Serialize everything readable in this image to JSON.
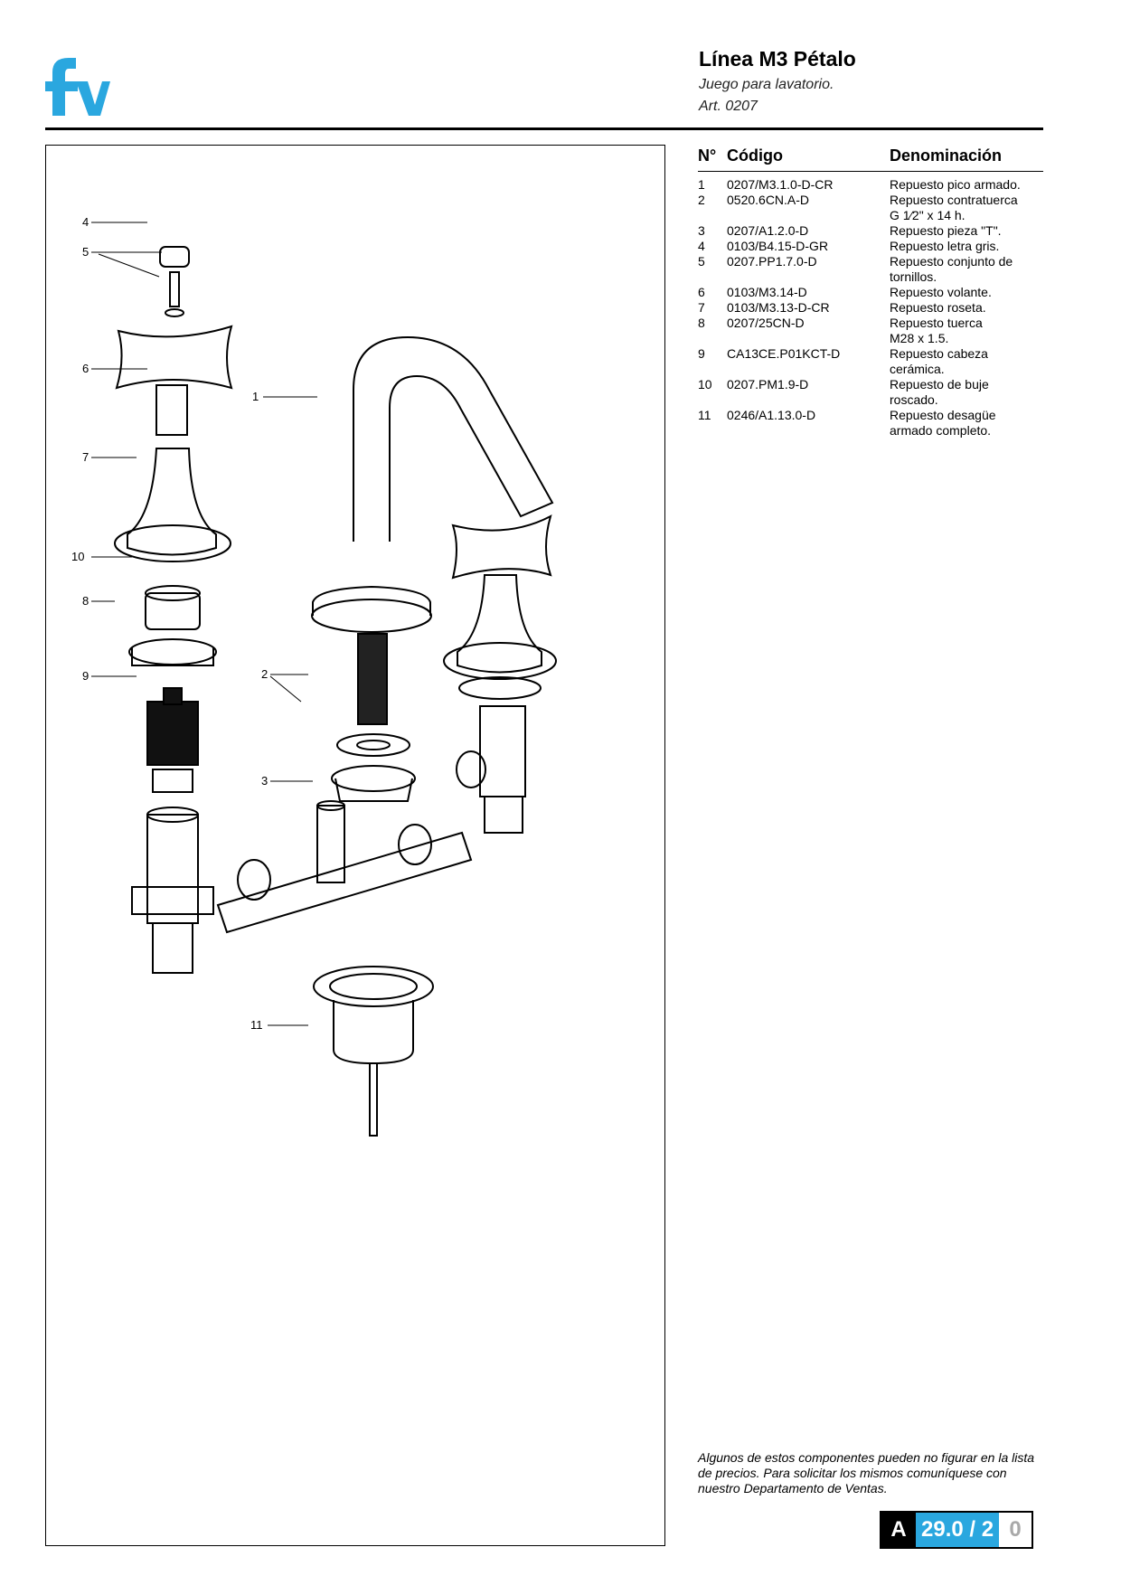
{
  "header": {
    "title": "Línea M3 Pétalo",
    "subtitle": "Juego para lavatorio.",
    "article": "Art. 0207"
  },
  "brand": {
    "color": "#2aa7df"
  },
  "parts_table": {
    "headers": {
      "number": "N°",
      "code": "Código",
      "name": "Denominación"
    },
    "rows": [
      {
        "n": "1",
        "code": "0207/M3.1.0-D-CR",
        "name": [
          "Repuesto pico armado."
        ]
      },
      {
        "n": "2",
        "code": "0520.6CN.A-D",
        "name": [
          "Repuesto contratuerca",
          "G 1⁄2\" x 14 h."
        ]
      },
      {
        "n": "3",
        "code": "0207/A1.2.0-D",
        "name": [
          "Repuesto pieza \"T\"."
        ]
      },
      {
        "n": "4",
        "code": "0103/B4.15-D-GR",
        "name": [
          "Repuesto letra gris."
        ]
      },
      {
        "n": "5",
        "code": "0207.PP1.7.0-D",
        "name": [
          "Repuesto conjunto de",
          "tornillos."
        ]
      },
      {
        "n": "6",
        "code": "0103/M3.14-D",
        "name": [
          "Repuesto volante."
        ]
      },
      {
        "n": "7",
        "code": "0103/M3.13-D-CR",
        "name": [
          "Repuesto roseta."
        ]
      },
      {
        "n": "8",
        "code": "0207/25CN-D",
        "name": [
          "Repuesto tuerca",
          "M28 x 1.5."
        ]
      },
      {
        "n": "9",
        "code": "CA13CE.P01KCT-D",
        "name": [
          "Repuesto cabeza",
          "cerámica."
        ]
      },
      {
        "n": "10",
        "code": "0207.PM1.9-D",
        "name": [
          "Repuesto de buje",
          "roscado."
        ]
      },
      {
        "n": "11",
        "code": "0246/A1.13.0-D",
        "name": [
          "Repuesto desagüe",
          "armado completo."
        ]
      }
    ]
  },
  "diagram_labels": [
    "4",
    "5",
    "6",
    "7",
    "10",
    "8",
    "9",
    "1",
    "2",
    "3",
    "11"
  ],
  "note": "Algunos de estos componentes pueden no figurar en la lista de precios. Para solicitar los mismos comuníquese con nuestro Departamento de Ventas.",
  "page_code": {
    "letter": "A",
    "number": "29.0 / 2",
    "revision": "0"
  }
}
